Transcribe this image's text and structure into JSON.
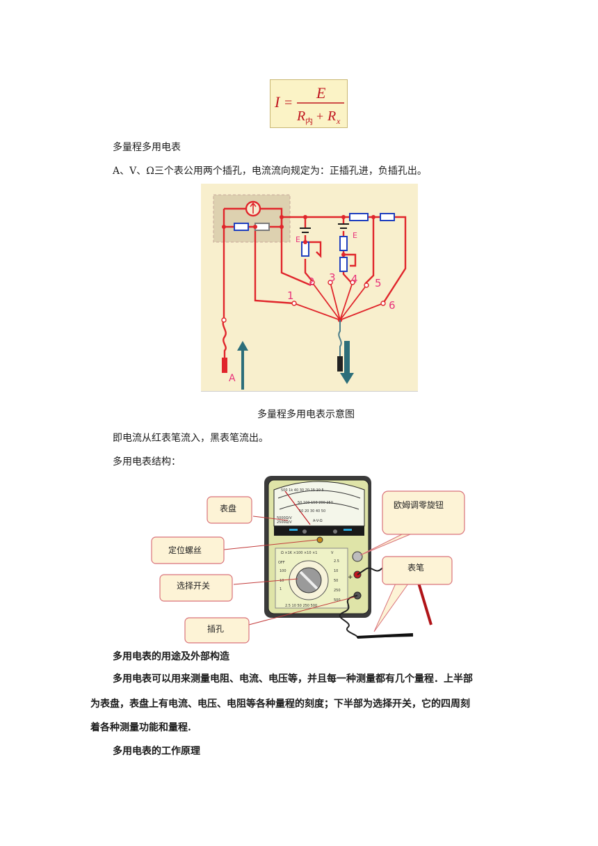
{
  "formula": {
    "lhs": "I",
    "eq": "=",
    "numerator": "E",
    "denominator_r1": "R",
    "denominator_r1_sub": "内",
    "plus": "+",
    "denominator_r2": "R",
    "denominator_r2_sub": "x"
  },
  "section1": {
    "heading": "多量程多用电表",
    "line1": "A、V、Ω三个表公用两个插孔，电流流向规定为：正插孔进，负插孔出。"
  },
  "circuit_figure": {
    "labels": {
      "e1": "E",
      "e2": "E",
      "n1": "1",
      "n2": "2",
      "n3": "3",
      "n4": "4",
      "n5": "5",
      "n6": "6",
      "a": "A"
    },
    "caption": "多量程多用电表示意图"
  },
  "section2": {
    "line1": "即电流从红表笔流入，黑表笔流出。",
    "line2": "多用电表结构："
  },
  "meter_figure": {
    "callouts": {
      "dial": "表盘",
      "ohm_zero": "欧姆调零旋钮",
      "position_screw": "定位螺丝",
      "probe": "表笔",
      "selector": "选择开关",
      "jack": "插孔"
    },
    "scale_text": {
      "top_numbers": "500 1k 40 30 20 15 10 5",
      "mid_numbers": "50 100 150 200 250",
      "low_numbers": "10 20 30 40 50",
      "formula_text": "A-V-Ω",
      "left_text": "5000Ω/V",
      "left_text2": "2500Ω/V",
      "range_top": "Ω ×1K ×100 ×10 ×1",
      "off": "OFF",
      "v_label": "V",
      "sel_values": [
        "2.5",
        "10",
        "50",
        "250",
        "500"
      ],
      "ma_values": [
        "100",
        "10",
        "1"
      ],
      "bottom_values": "2.5 10 50 250 500",
      "plus": "+"
    }
  },
  "section3": {
    "heading": "多用电表的用途及外部构造",
    "para_line1": "多用电表可以用来测量电阻、电流、电压等，并且每一种测量都有几个量程．上半部",
    "para_line2": "为表盘，表盘上有电流、电压、电阻等各种量程的刻度；下半部为选择开关，它的四周刻",
    "para_line3": "着各种测量功能和量程.",
    "heading2": "多用电表的工作原理"
  },
  "colors": {
    "circuit_wire": "#e0252b",
    "circuit_bg": "#f8efcd",
    "resistor_blue": "#1f3fbf",
    "label_pink": "#e8317a",
    "arrow_teal": "#2c6e7a",
    "formula_bg": "#fbf3c6",
    "formula_text": "#c0161f",
    "callout_bg": "#fdf3d6",
    "callout_border": "#d9727a",
    "meter_body": "#3a3a3a",
    "meter_face": "#eef2c6"
  }
}
